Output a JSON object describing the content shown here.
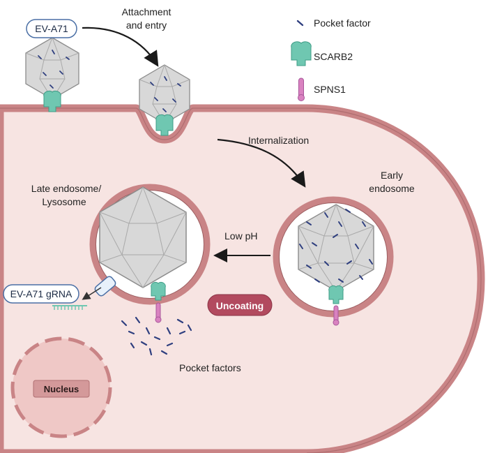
{
  "labels": {
    "virus": "EV-A71",
    "attachment_line1": "Attachment",
    "attachment_line2": "and entry",
    "internalization": "Internalization",
    "early_endosome_line1": "Early",
    "early_endosome_line2": "endosome",
    "late_endosome_line1": "Late endosome/",
    "late_endosome_line2": "Lysosome",
    "low_ph": "Low pH",
    "uncoating": "Uncoating",
    "gRNA": "EV-A71 gRNA",
    "pocket_factors": "Pocket factors",
    "nucleus": "Nucleus"
  },
  "legend": {
    "items": [
      {
        "label": "Pocket factor",
        "icon": "pocket-factor-icon"
      },
      {
        "label": "SCARB2",
        "icon": "scarb2-receptor-icon"
      },
      {
        "label": "SPNS1",
        "icon": "spns1-transporter-icon"
      }
    ]
  },
  "colors": {
    "membrane": "#c98486",
    "membrane_dark": "#9c5d60",
    "cytoplasm": "#f7e4e2",
    "capsid": "#d8d8d8",
    "capsid_edge": "#8c8c8c",
    "pocket_factor": "#2f3f7f",
    "scarb2": "#6fc7b1",
    "spns1": "#d982c0",
    "uncoating_badge": "#b24a5f",
    "pill_border": "#4a6fa5",
    "nucleus_fill": "#efc8c6",
    "nucleus_label_bg": "#d4999a"
  }
}
